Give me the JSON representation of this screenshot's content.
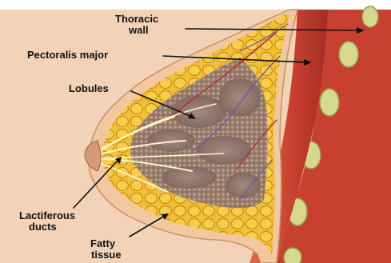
{
  "labels": {
    "thoracic_wall": [
      "Thoracic",
      "wall"
    ],
    "pectoralis_major": "Pectoralis major",
    "lobules": "Lobules",
    "lactiferous_ducts": [
      "Lactiferous",
      "ducts"
    ],
    "fatty_tissue": [
      "Fatty",
      "tissue"
    ]
  },
  "colors": {
    "background": "#f2d3b8",
    "skin": "#f1c8a2",
    "skin_outline": "#c98f5f",
    "fatty_tissue": "#f2c038",
    "fat_globule_outline": "#c98a12",
    "lobules": "#9b8075",
    "muscle": "#c8402f",
    "muscle_light": "#de6a4a",
    "rib_bone": "#d6d98c",
    "duct": "#fff3c8",
    "leader_line": "#111111"
  }
}
